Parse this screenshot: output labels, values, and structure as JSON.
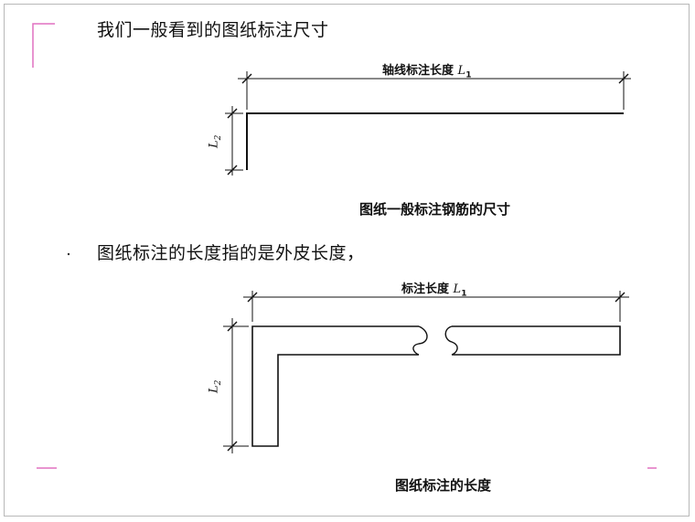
{
  "heading1": "我们一般看到的图纸标注尺寸",
  "caption1": "图纸一般标注钢筋的尺寸",
  "dim1": {
    "text": "轴线标注长度",
    "symbol": "L",
    "sub": "1"
  },
  "dim1_v": {
    "symbol": "L",
    "sub": "2"
  },
  "heading2": "图纸标注的长度指的是外皮长度，",
  "dim2": {
    "text": "标注长度",
    "symbol": "L",
    "sub": "1"
  },
  "dim2_v": {
    "symbol": "L",
    "sub": "2"
  },
  "caption2": "图纸标注的长度",
  "colors": {
    "line": "#111111",
    "accent": "#e070c0",
    "frame": "#b8b8b8"
  }
}
